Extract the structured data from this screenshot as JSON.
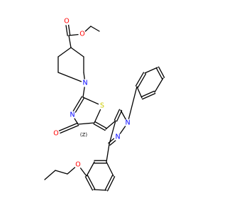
{
  "colors": {
    "background": "#ffffff",
    "bond": "#000000",
    "carbon": "#000000",
    "oxygen": "#ff0000",
    "nitrogen": "#0000ff",
    "sulfur": "#cccc00"
  },
  "atoms": [
    {
      "id": "o_carbonyl",
      "label": "O"
    },
    {
      "id": "o_ester",
      "label": "O"
    },
    {
      "id": "n_piperidine",
      "label": "N"
    },
    {
      "id": "n_thiazole",
      "label": "N"
    },
    {
      "id": "s_thiazole",
      "label": "S"
    },
    {
      "id": "o_thiazolone",
      "label": "O"
    },
    {
      "id": "n1_pyrazole",
      "label": "N"
    },
    {
      "id": "n2_pyrazole",
      "label": "N"
    },
    {
      "id": "o_propoxy",
      "label": "O"
    }
  ],
  "stereo_markers": [
    {
      "id": "z_marker",
      "label": "(Z)"
    }
  ]
}
